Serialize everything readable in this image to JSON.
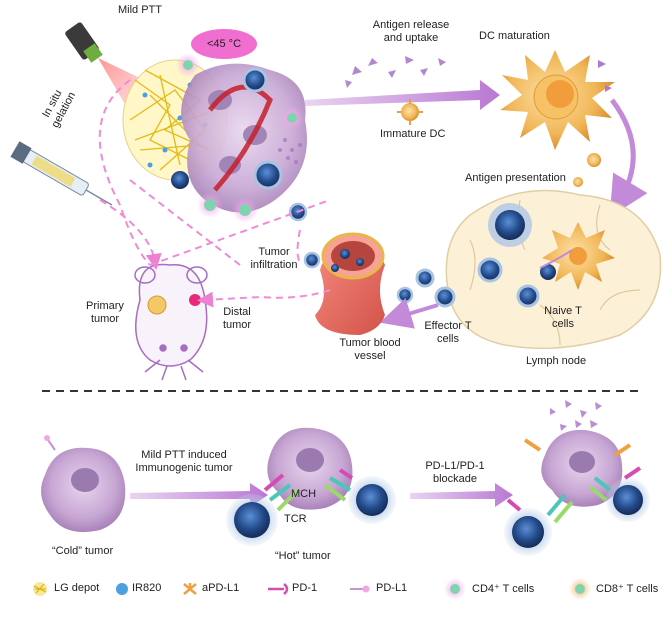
{
  "labels": {
    "mild_ptt": "Mild PTT",
    "temp": "<45 °C",
    "in_situ_gelation": "In situ\ngelation",
    "antigen_release": "Antigen release\nand uptake",
    "immature_dc": "Immature DC",
    "dc_maturation": "DC maturation",
    "antigen_presentation": "Antigen presentation",
    "tumor_infiltration": "Tumor\ninfiltration",
    "primary_tumor": "Primary\ntumor",
    "distal_tumor": "Distal\ntumor",
    "tumor_blood_vessel": "Tumor blood\nvessel",
    "effector_t_cells": "Effector T\ncells",
    "naive_t_cells": "Naive T\ncells",
    "lymph_node": "Lymph node",
    "mild_ptt_induced": "Mild PTT induced\nImmunogenic tumor",
    "mch": "MCH",
    "tcr": "TCR",
    "cold_tumor": "“Cold” tumor",
    "hot_tumor": "“Hot” tumor",
    "blockade": "PD-L1/PD-1\nblockade"
  },
  "legend": [
    {
      "icon": "lg-depot-icon",
      "label": "LG depot"
    },
    {
      "icon": "ir820-icon",
      "label": "IR820"
    },
    {
      "icon": "apdl1-icon",
      "label": "aPD-L1"
    },
    {
      "icon": "pd1-icon",
      "label": "PD-1"
    },
    {
      "icon": "pdl1-icon",
      "label": "PD-L1"
    },
    {
      "icon": "cd4-icon",
      "label": "CD4⁺ T cells"
    },
    {
      "icon": "cd8-icon",
      "label": "CD8⁺ T cells"
    }
  ],
  "colors": {
    "tumor": "#c9a9d4",
    "tcell": "#2d5a9b",
    "arrow": "#c38ad9",
    "dashed": "#f08ad8",
    "lymph": "#fbf0d2",
    "dc": "#f3b75c",
    "vessel": "#e8695f"
  }
}
